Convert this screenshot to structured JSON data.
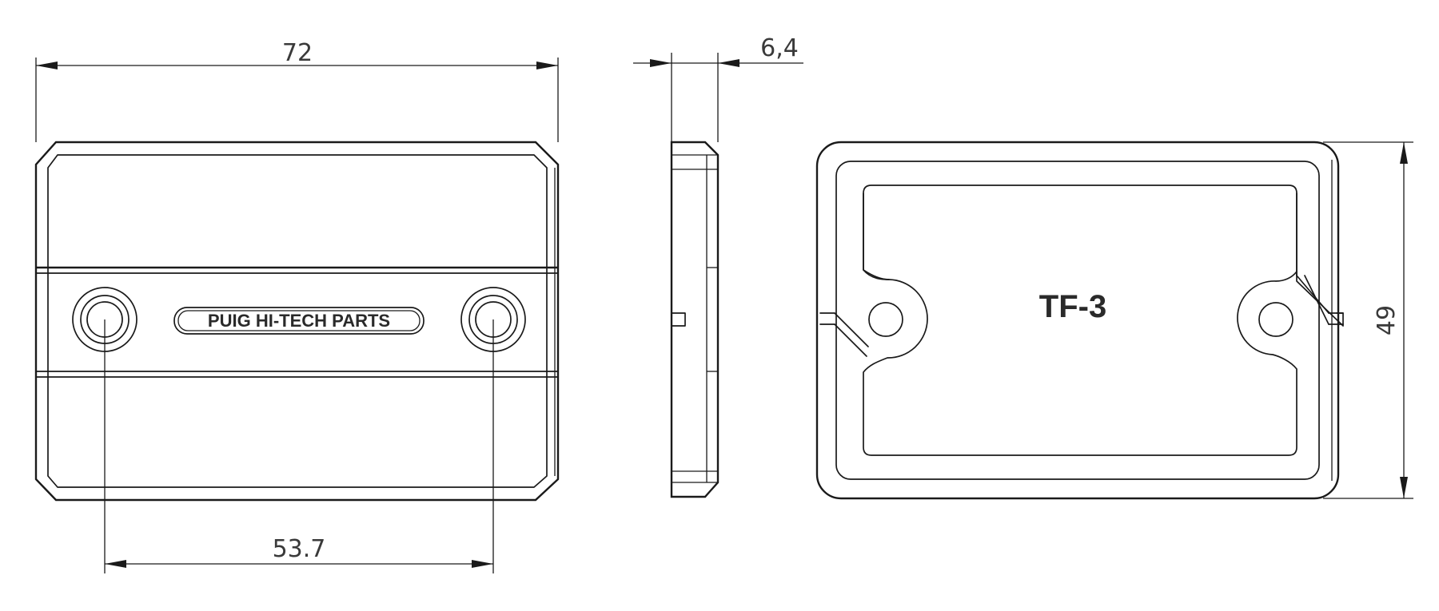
{
  "drawing": {
    "dimensions": {
      "overall_width": "72",
      "thickness": "6,4",
      "hole_spacing": "53.7",
      "height": "49"
    },
    "logo_text": "PUIG HI-TECH PARTS",
    "part_number": "TF-3",
    "line_color": "#1a1a1a"
  }
}
